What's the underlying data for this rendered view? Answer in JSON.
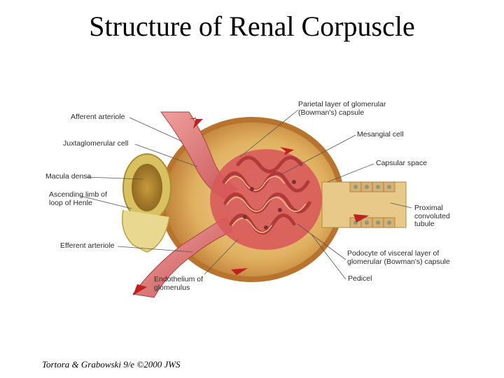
{
  "title": "Structure of Renal Corpuscle",
  "labels": {
    "afferent_arteriole": "Afferent arteriole",
    "juxtaglomerular_cell": "Juxtaglomerular cell",
    "macula_densa": "Macula densa",
    "ascending_limb": "Ascending limb of loop of Henle",
    "efferent_arteriole": "Efferent arteriole",
    "endothelium": "Endothelium of glomerulus",
    "parietal_layer": "Parietal layer of glomerular (Bowman's) capsule",
    "mesangial_cell": "Mesangial cell",
    "capsular_space": "Capsular space",
    "proximal_tubule": "Proximal convoluted tubule",
    "podocyte": "Podocyte of visceral layer of glomerular (Bowman's) capsule",
    "pedicel": "Pedicel"
  },
  "credit": "Tortora & Grabowski 9/e ©2000 JWS",
  "colors": {
    "capsule": "#d9a24a",
    "capsule_dark": "#a8662a",
    "vessel": "#d96a6a",
    "glomerulus": "#c8474a",
    "tubule": "#e8c98a",
    "arrow": "#c0201f",
    "leader": "#555555"
  }
}
